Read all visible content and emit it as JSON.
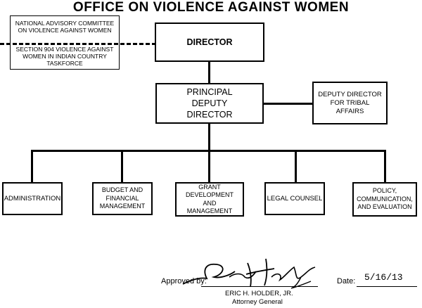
{
  "title": "OFFICE ON VIOLENCE AGAINST WOMEN",
  "advisory": {
    "committee": "NATIONAL ADVISORY COMMITTEE ON VIOLENCE AGAINST WOMEN",
    "taskforce": "SECTION 904 VIOLENCE AGAINST WOMEN IN INDIAN COUNTRY TASKFORCE"
  },
  "director": "DIRECTOR",
  "principal_deputy": "PRINCIPAL DEPUTY DIRECTOR",
  "deputy_tribal": "DEPUTY DIRECTOR FOR TRIBAL AFFAIRS",
  "divisions": [
    "ADMINISTRATION",
    "BUDGET AND FINANCIAL MANAGEMENT",
    "GRANT DEVELOPMENT AND MANAGEMENT",
    "LEGAL COUNSEL",
    "POLICY, COMMUNICATION, AND EVALUATION"
  ],
  "approval": {
    "approved_label": "Approved by:",
    "name": "ERIC H. HOLDER, JR.",
    "position": "Attorney General",
    "date_label": "Date:",
    "date_value": "5/16/13"
  }
}
